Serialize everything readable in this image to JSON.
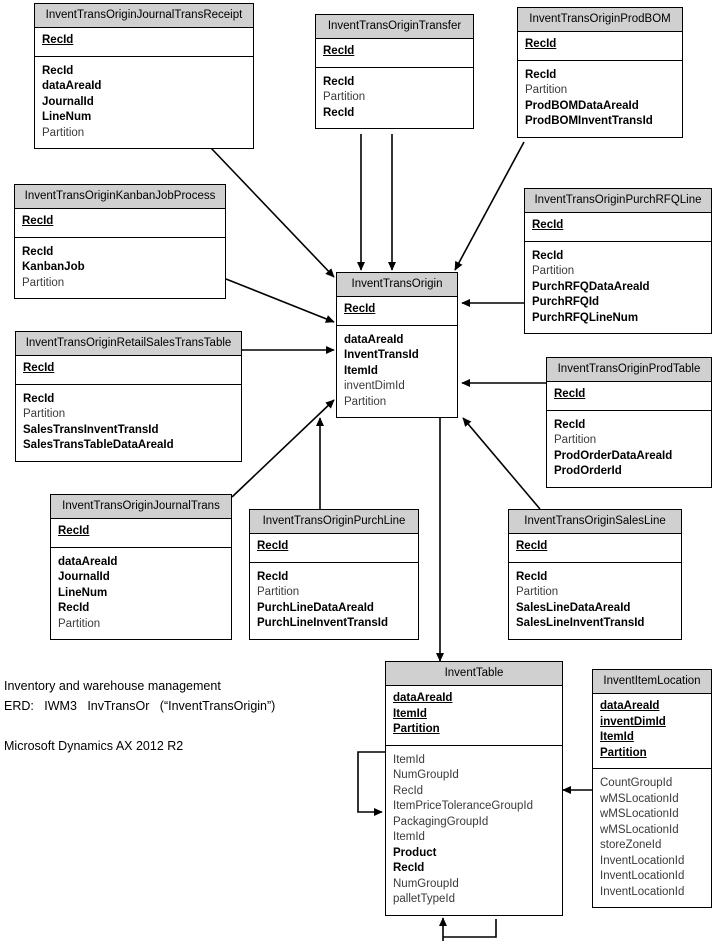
{
  "diagram": {
    "title": "Inventory and warehouse management ERD: IWM3 InvTransOr (\"InventTransOrigin\")",
    "caption_line1": "Inventory and warehouse management",
    "caption_line2": "ERD:   IWM3   InvTransOr   (“InventTransOrigin”)",
    "caption_line3": "Microsoft Dynamics AX 2012 R2",
    "colors": {
      "header_fill": "#d0d0d0",
      "body_fill": "#ffffff",
      "border": "#000000",
      "line": "#000000",
      "normal_field_text": "#3a3a3a"
    }
  },
  "entities": [
    {
      "id": "invent-trans-origin-journal-trans-receipt",
      "name": "InventTransOriginJournalTransReceipt",
      "keys": [
        {
          "text": "RecId",
          "style": "key"
        }
      ],
      "attrs": [
        {
          "text": "RecId",
          "style": "b"
        },
        {
          "text": "dataAreaId",
          "style": "b"
        },
        {
          "text": "JournalId",
          "style": "b"
        },
        {
          "text": "LineNum",
          "style": "b"
        },
        {
          "text": "Partition",
          "style": "n"
        }
      ]
    },
    {
      "id": "invent-trans-origin-transfer",
      "name": "InventTransOriginTransfer",
      "keys": [
        {
          "text": "RecId",
          "style": "key"
        }
      ],
      "attrs": [
        {
          "text": "RecId",
          "style": "b"
        },
        {
          "text": "Partition",
          "style": "n"
        },
        {
          "text": "RecId",
          "style": "b"
        }
      ]
    },
    {
      "id": "invent-trans-origin-prod-bom",
      "name": "InventTransOriginProdBOM",
      "keys": [
        {
          "text": "RecId",
          "style": "key"
        }
      ],
      "attrs": [
        {
          "text": "RecId",
          "style": "b"
        },
        {
          "text": "Partition",
          "style": "n"
        },
        {
          "text": "ProdBOMDataAreaId",
          "style": "b"
        },
        {
          "text": "ProdBOMInventTransId",
          "style": "b"
        }
      ]
    },
    {
      "id": "invent-trans-origin-kanban-job-process",
      "name": "InventTransOriginKanbanJobProcess",
      "keys": [
        {
          "text": "RecId",
          "style": "key"
        }
      ],
      "attrs": [
        {
          "text": "RecId",
          "style": "b"
        },
        {
          "text": "KanbanJob",
          "style": "b"
        },
        {
          "text": "Partition",
          "style": "n"
        }
      ]
    },
    {
      "id": "invent-trans-origin-purch-rfq-line",
      "name": "InventTransOriginPurchRFQLine",
      "keys": [
        {
          "text": "RecId",
          "style": "key"
        }
      ],
      "attrs": [
        {
          "text": "RecId",
          "style": "b"
        },
        {
          "text": "Partition",
          "style": "n"
        },
        {
          "text": "PurchRFQDataAreaId",
          "style": "b"
        },
        {
          "text": "PurchRFQId",
          "style": "b"
        },
        {
          "text": "PurchRFQLineNum",
          "style": "b"
        }
      ]
    },
    {
      "id": "invent-trans-origin-retail-sales-trans-table",
      "name": "InventTransOriginRetailSalesTransTable",
      "keys": [
        {
          "text": "RecId",
          "style": "key"
        }
      ],
      "attrs": [
        {
          "text": "RecId",
          "style": "b"
        },
        {
          "text": "Partition",
          "style": "n"
        },
        {
          "text": "SalesTransInventTransId",
          "style": "b"
        },
        {
          "text": "SalesTransTableDataAreaId",
          "style": "b"
        }
      ]
    },
    {
      "id": "invent-trans-origin",
      "name": "InventTransOrigin",
      "keys": [
        {
          "text": "RecId",
          "style": "key"
        }
      ],
      "attrs": [
        {
          "text": "dataAreaId",
          "style": "b"
        },
        {
          "text": "InventTransId",
          "style": "b"
        },
        {
          "text": "ItemId",
          "style": "b"
        },
        {
          "text": "inventDimId",
          "style": "n"
        },
        {
          "text": "Partition",
          "style": "n"
        }
      ]
    },
    {
      "id": "invent-trans-origin-prod-table",
      "name": "InventTransOriginProdTable",
      "keys": [
        {
          "text": "RecId",
          "style": "key"
        }
      ],
      "attrs": [
        {
          "text": "RecId",
          "style": "b"
        },
        {
          "text": "Partition",
          "style": "n"
        },
        {
          "text": "ProdOrderDataAreaId",
          "style": "b"
        },
        {
          "text": "ProdOrderId",
          "style": "b"
        }
      ]
    },
    {
      "id": "invent-trans-origin-journal-trans",
      "name": "InventTransOriginJournalTrans",
      "keys": [
        {
          "text": "RecId",
          "style": "key"
        }
      ],
      "attrs": [
        {
          "text": "dataAreaId",
          "style": "b"
        },
        {
          "text": "JournalId",
          "style": "b"
        },
        {
          "text": "LineNum",
          "style": "b"
        },
        {
          "text": "RecId",
          "style": "b"
        },
        {
          "text": "Partition",
          "style": "n"
        }
      ]
    },
    {
      "id": "invent-trans-origin-purch-line",
      "name": "InventTransOriginPurchLine",
      "keys": [
        {
          "text": "RecId",
          "style": "key"
        }
      ],
      "attrs": [
        {
          "text": "RecId",
          "style": "b"
        },
        {
          "text": "Partition",
          "style": "n"
        },
        {
          "text": "PurchLineDataAreaId",
          "style": "b"
        },
        {
          "text": "PurchLineInventTransId",
          "style": "b"
        }
      ]
    },
    {
      "id": "invent-trans-origin-sales-line",
      "name": "InventTransOriginSalesLine",
      "keys": [
        {
          "text": "RecId",
          "style": "key"
        }
      ],
      "attrs": [
        {
          "text": "RecId",
          "style": "b"
        },
        {
          "text": "Partition",
          "style": "n"
        },
        {
          "text": "SalesLineDataAreaId",
          "style": "b"
        },
        {
          "text": "SalesLineInventTransId",
          "style": "b"
        }
      ]
    },
    {
      "id": "invent-table",
      "name": "InventTable",
      "keys": [
        {
          "text": "dataAreaId",
          "style": "key"
        },
        {
          "text": "ItemId",
          "style": "key"
        },
        {
          "text": "Partition",
          "style": "key"
        }
      ],
      "attrs": [
        {
          "text": "ItemId",
          "style": "n"
        },
        {
          "text": "NumGroupId",
          "style": "n"
        },
        {
          "text": "RecId",
          "style": "n"
        },
        {
          "text": "ItemPriceToleranceGroupId",
          "style": "n"
        },
        {
          "text": "PackagingGroupId",
          "style": "n"
        },
        {
          "text": "ItemId",
          "style": "n"
        },
        {
          "text": "Product",
          "style": "b"
        },
        {
          "text": "RecId",
          "style": "b"
        },
        {
          "text": "NumGroupId",
          "style": "n"
        },
        {
          "text": "palletTypeId",
          "style": "n"
        }
      ]
    },
    {
      "id": "invent-item-location",
      "name": "InventItemLocation",
      "keys": [
        {
          "text": "dataAreaId",
          "style": "key"
        },
        {
          "text": "inventDimId",
          "style": "key"
        },
        {
          "text": "ItemId",
          "style": "key"
        },
        {
          "text": "Partition",
          "style": "key"
        }
      ],
      "attrs": [
        {
          "text": "CountGroupId",
          "style": "n"
        },
        {
          "text": "wMSLocationId",
          "style": "n"
        },
        {
          "text": "wMSLocationId",
          "style": "n"
        },
        {
          "text": "wMSLocationId",
          "style": "n"
        },
        {
          "text": "storeZoneId",
          "style": "n"
        },
        {
          "text": "InventLocationId",
          "style": "n"
        },
        {
          "text": "InventLocationId",
          "style": "n"
        },
        {
          "text": "InventLocationId",
          "style": "n"
        }
      ]
    }
  ],
  "relationships": [
    {
      "from": "invent-trans-origin-journal-trans-receipt",
      "to": "invent-trans-origin"
    },
    {
      "from": "invent-trans-origin-transfer",
      "to": "invent-trans-origin"
    },
    {
      "from": "invent-trans-origin-transfer",
      "to": "invent-trans-origin"
    },
    {
      "from": "invent-trans-origin-prod-bom",
      "to": "invent-trans-origin"
    },
    {
      "from": "invent-trans-origin-kanban-job-process",
      "to": "invent-trans-origin"
    },
    {
      "from": "invent-trans-origin-purch-rfq-line",
      "to": "invent-trans-origin"
    },
    {
      "from": "invent-trans-origin-retail-sales-trans-table",
      "to": "invent-trans-origin"
    },
    {
      "from": "invent-trans-origin-prod-table",
      "to": "invent-trans-origin"
    },
    {
      "from": "invent-trans-origin-journal-trans",
      "to": "invent-trans-origin"
    },
    {
      "from": "invent-trans-origin-purch-line",
      "to": "invent-trans-origin"
    },
    {
      "from": "invent-trans-origin-sales-line",
      "to": "invent-trans-origin"
    },
    {
      "from": "invent-trans-origin",
      "to": "invent-table"
    },
    {
      "from": "invent-item-location",
      "to": "invent-table"
    },
    {
      "from": "invent-table",
      "to": "invent-table"
    },
    {
      "from": "invent-table",
      "to": "invent-table"
    }
  ]
}
